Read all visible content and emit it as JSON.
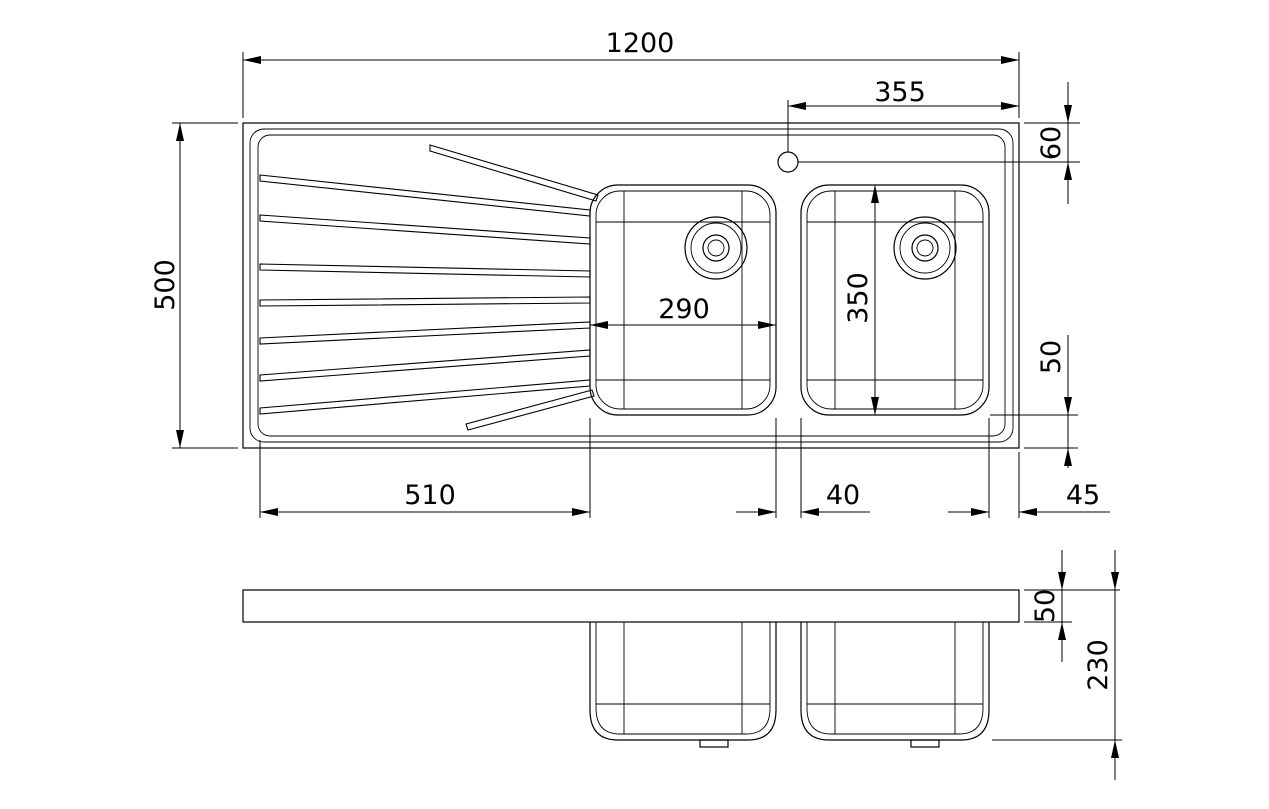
{
  "drawing": {
    "overall_length": "1200",
    "overall_depth": "500",
    "tap_hole_offset": "355",
    "tap_hole_inset": "60",
    "bowl_width": "290",
    "bowl_length": "350",
    "bowl_front_margin": "50",
    "drainer_length": "510",
    "bowl_gap": "40",
    "end_margin": "45",
    "deck_thickness": "50",
    "total_height": "230"
  }
}
